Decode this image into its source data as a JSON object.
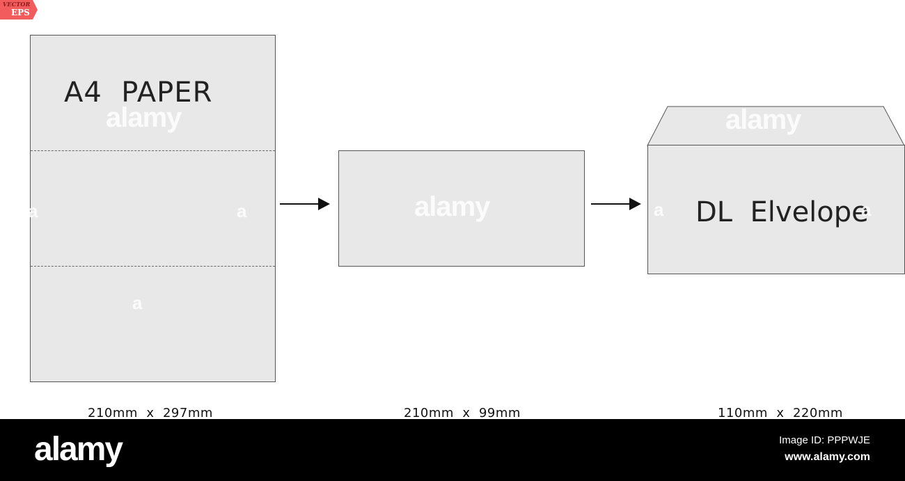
{
  "badge": {
    "line1": "VECTOR",
    "line2": "EPS",
    "color": "#f25c5c"
  },
  "a4": {
    "title": "A4  PAPER",
    "size": "210mm  x  297mm"
  },
  "folded": {
    "size": "210mm  x  99mm"
  },
  "envelope": {
    "label": "DL  Elvelope",
    "size": "110mm  x  220mm"
  },
  "watermark": {
    "text": "alamy",
    "letter": "a"
  },
  "footer": {
    "logo": "alamy",
    "image_id": "Image ID: PPPWJE",
    "url": "www.alamy.com"
  },
  "colors": {
    "sheet_fill": "#e8e8e8",
    "outline": "#555555",
    "footer_bg": "#000000"
  }
}
